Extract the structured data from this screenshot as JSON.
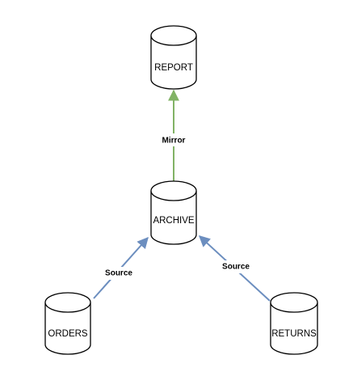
{
  "nodes": {
    "report": {
      "label": "REPORT"
    },
    "archive": {
      "label": "ARCHIVE"
    },
    "orders": {
      "label": "ORDERS"
    },
    "returns": {
      "label": "RETURNS"
    }
  },
  "edges": {
    "mirror": {
      "label": "Mirror",
      "from": "ARCHIVE",
      "to": "REPORT",
      "color": "#82b366"
    },
    "source_orders": {
      "label": "Source",
      "from": "ORDERS",
      "to": "ARCHIVE",
      "color": "#6c8ebf"
    },
    "source_returns": {
      "label": "Source",
      "from": "RETURNS",
      "to": "ARCHIVE",
      "color": "#6c8ebf"
    }
  }
}
